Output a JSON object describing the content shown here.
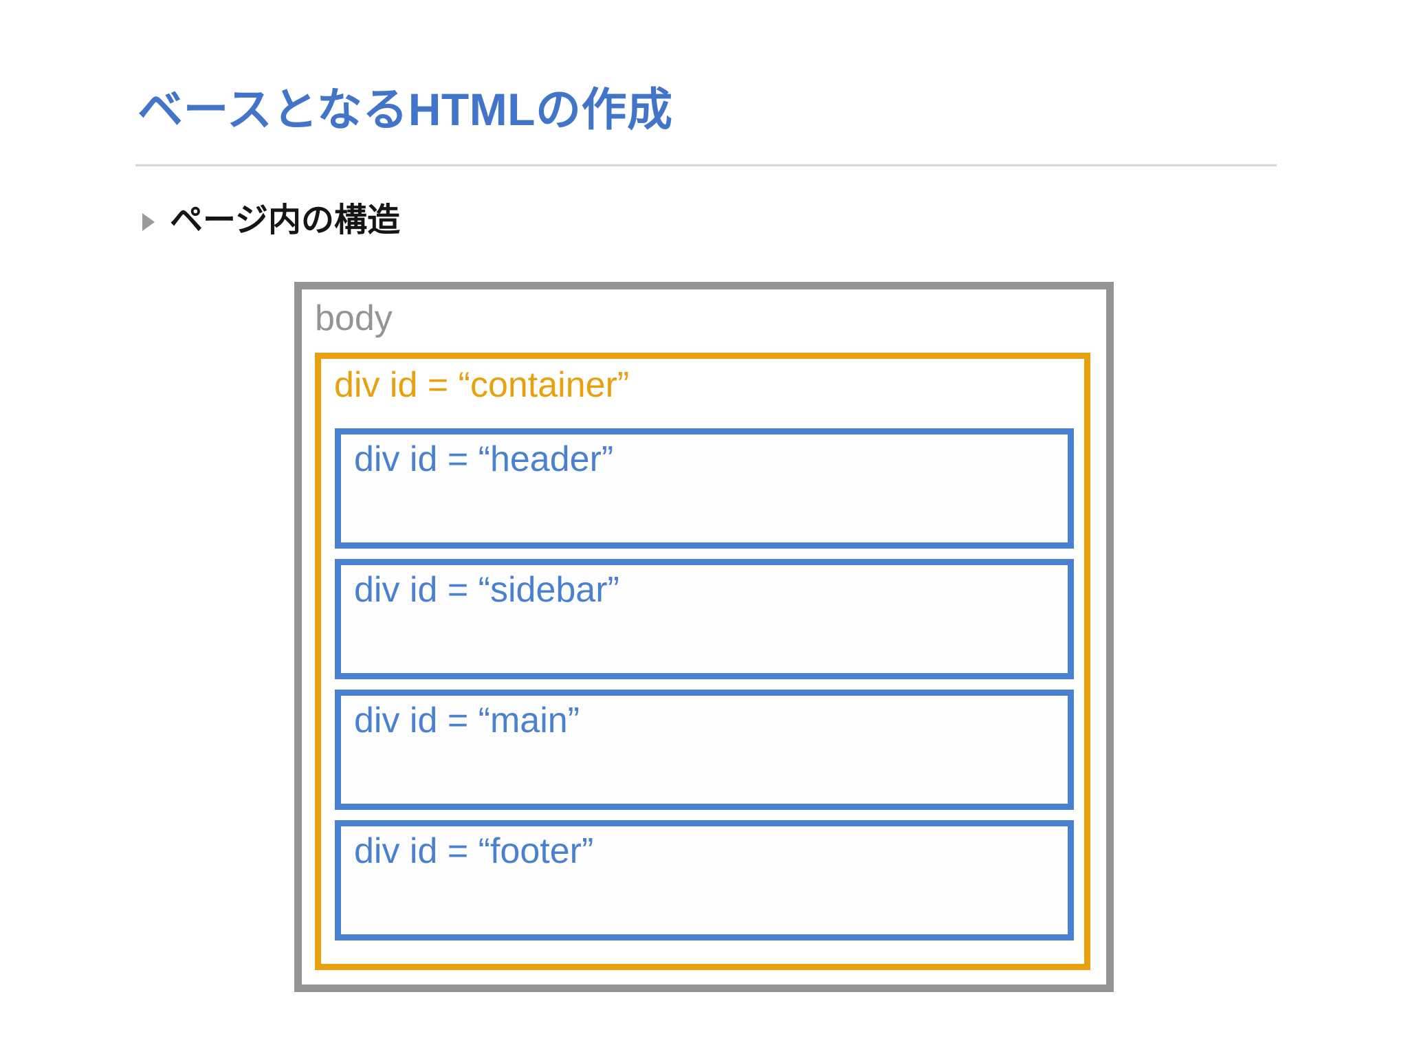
{
  "slide": {
    "title": "ベースとなるHTMLの作成",
    "title_color": "#4274C8",
    "bullet": {
      "marker": "triangle-right",
      "text": "ページ内の構造"
    }
  },
  "diagram": {
    "type": "nested-box-diagram",
    "outer": {
      "label": "body",
      "color": "#949494"
    },
    "container": {
      "label": "div id = “container”",
      "color": "#E8A00C"
    },
    "children_color": "#4A80D0",
    "children": [
      {
        "label": "div id = “header”"
      },
      {
        "label": "div id = “sidebar”"
      },
      {
        "label": "div id = “main”"
      },
      {
        "label": "div id = “footer”"
      }
    ]
  }
}
